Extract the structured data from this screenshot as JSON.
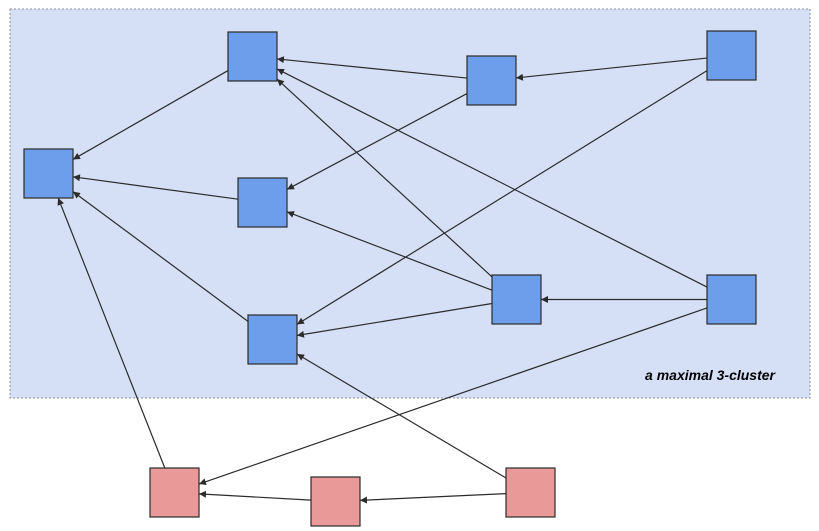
{
  "cluster": {
    "label": "a maximal 3-cluster",
    "fill": "#d5e0f7",
    "border": "#8a8fa0"
  },
  "colors": {
    "cluster_node": "#6d9eeb",
    "outside_node": "#ea9999",
    "node_border": "#2b2b2b",
    "edge": "#2b2b2b"
  },
  "nodes": [
    {
      "id": "A",
      "group": "cluster"
    },
    {
      "id": "B",
      "group": "cluster"
    },
    {
      "id": "C",
      "group": "cluster"
    },
    {
      "id": "D",
      "group": "cluster"
    },
    {
      "id": "E",
      "group": "cluster"
    },
    {
      "id": "F",
      "group": "cluster"
    },
    {
      "id": "G",
      "group": "cluster"
    },
    {
      "id": "H",
      "group": "cluster"
    },
    {
      "id": "I",
      "group": "outside"
    },
    {
      "id": "J",
      "group": "outside"
    },
    {
      "id": "K",
      "group": "outside"
    }
  ],
  "edges": [
    {
      "from": "B",
      "to": "A"
    },
    {
      "from": "D",
      "to": "A"
    },
    {
      "from": "E",
      "to": "A"
    },
    {
      "from": "I",
      "to": "A"
    },
    {
      "from": "C",
      "to": "B"
    },
    {
      "from": "F",
      "to": "C"
    },
    {
      "from": "G",
      "to": "B"
    },
    {
      "from": "H",
      "to": "B"
    },
    {
      "from": "C",
      "to": "D"
    },
    {
      "from": "G",
      "to": "D"
    },
    {
      "from": "F",
      "to": "E"
    },
    {
      "from": "G",
      "to": "E"
    },
    {
      "from": "K",
      "to": "E"
    },
    {
      "from": "H",
      "to": "G"
    },
    {
      "from": "H",
      "to": "I"
    },
    {
      "from": "J",
      "to": "I"
    },
    {
      "from": "K",
      "to": "J"
    }
  ]
}
